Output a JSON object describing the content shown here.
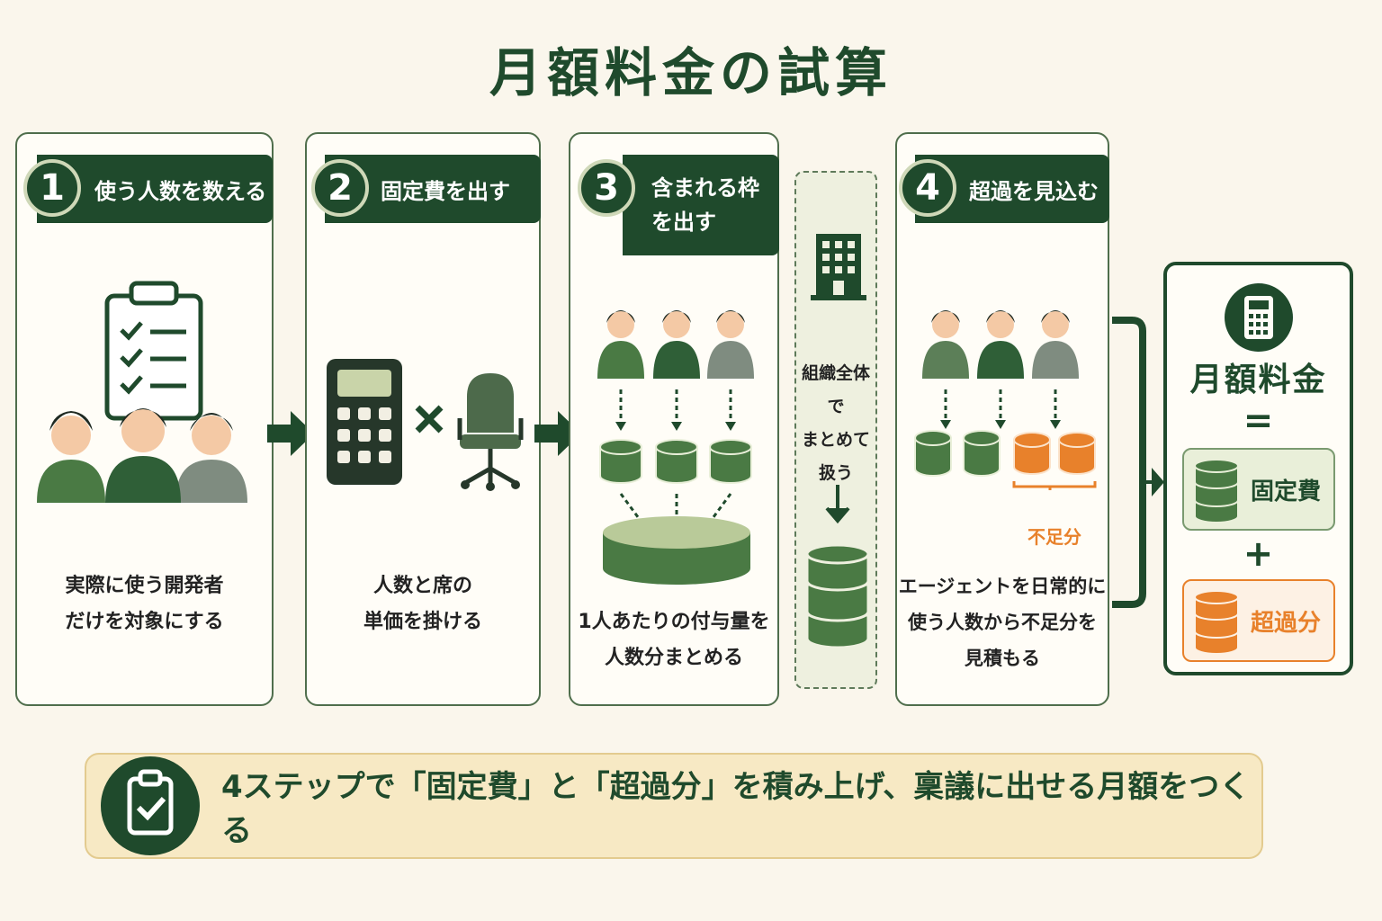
{
  "title": "月額料金の試算",
  "steps": [
    {
      "number": "1",
      "heading": "使う人数を数える",
      "caption_line1": "実際に使う開発者",
      "caption_line2": "だけを対象にする"
    },
    {
      "number": "2",
      "heading": "固定費を出す",
      "caption_line1": "人数と席の",
      "caption_line2": "単価を掛ける"
    },
    {
      "number": "3",
      "heading_line1": "含まれる枠",
      "heading_line2": "を出す",
      "caption_line1": "1人あたりの付与量を",
      "caption_line2": "人数分まとめる"
    },
    {
      "number": "4",
      "heading": "超過を見込む",
      "shortfall_label": "不足分",
      "caption_line1": "エージェントを日常的に",
      "caption_line2": "使う人数から不足分を",
      "caption_line3": "見積もる"
    }
  ],
  "org_note": {
    "line1": "組織全体で",
    "line2": "まとめて",
    "line3": "扱う"
  },
  "result": {
    "title": "月額料金",
    "equals": "=",
    "plus": "+",
    "fixed_label": "固定費",
    "overage_label": "超過分"
  },
  "banner": {
    "text": "4ステップで「固定費」と「超過分」を積み上げ、稟議に出せる月額をつくる"
  },
  "colors": {
    "dark_green": "#1f4a2c",
    "mid_green": "#4a7a44",
    "light_green": "#e9efd9",
    "orange": "#e8812b",
    "background": "#faf6ec",
    "banner": "#f7e9c4"
  }
}
